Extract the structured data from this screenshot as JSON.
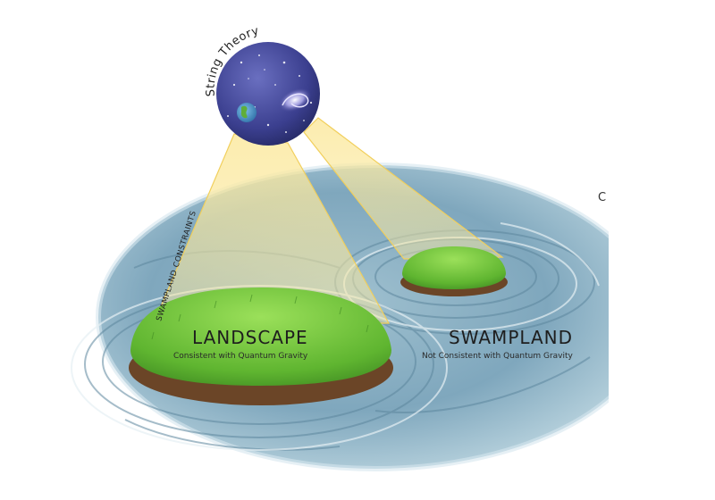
{
  "figure": {
    "source_title": "String Theory",
    "constraints_label": "SWAMPLAND CONSTRAINTS",
    "landscape": {
      "title": "LANDSCAPE",
      "subtitle": "Consistent with Quantum Gravity"
    },
    "swampland": {
      "title": "SWAMPLAND",
      "subtitle": "Not Consistent with Quantum Gravity"
    },
    "partial_text": "C"
  },
  "colors": {
    "water": "#7fa7bd",
    "water_light": "#c8dde6",
    "grass": "#6cc23a",
    "soil": "#7a5230",
    "beam": "#f7e08a",
    "globe": "#3b3f8f"
  },
  "icons": {
    "globe": "planet-icon",
    "earth": "earth-icon",
    "galaxy": "galaxy-icon"
  }
}
